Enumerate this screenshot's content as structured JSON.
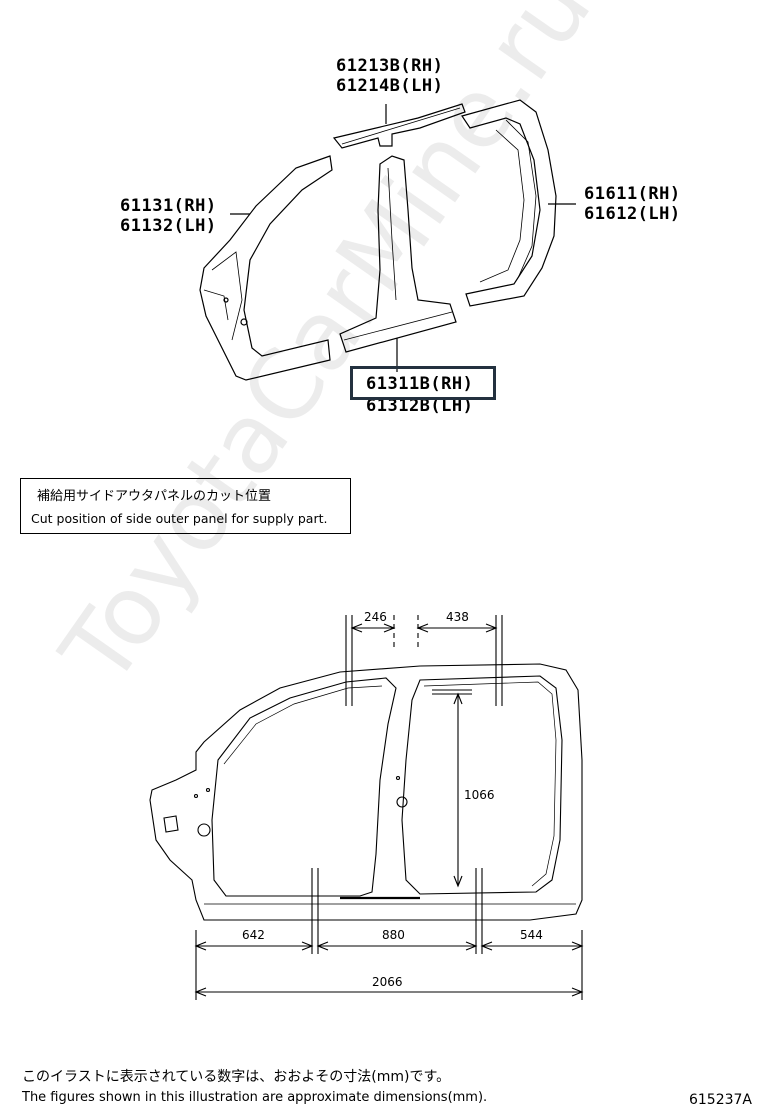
{
  "parts": {
    "roof_rh": "61213B(RH)",
    "roof_lh": "61214B(LH)",
    "front_rh": "61131(RH)",
    "front_lh": "61132(LH)",
    "rear_rh": "61611(RH)",
    "rear_lh": "61612(LH)",
    "center_rh": "61311B(RH)",
    "center_lh": "61312B(LH)"
  },
  "note": {
    "jp": "補給用サイドアウタパネルのカット位置",
    "en": "Cut position of side outer panel for supply part."
  },
  "dimensions": {
    "d246": "246",
    "d438": "438",
    "d1066": "1066",
    "d642": "642",
    "d880": "880",
    "d544": "544",
    "d2066": "2066"
  },
  "footer": {
    "jp": "このイラストに表示されている数字は、おおよその寸法(mm)です。",
    "en": "The figures shown in this illustration are approximate dimensions(mm).",
    "code": "615237A"
  },
  "watermark": "ToyotaCarMine.ru"
}
